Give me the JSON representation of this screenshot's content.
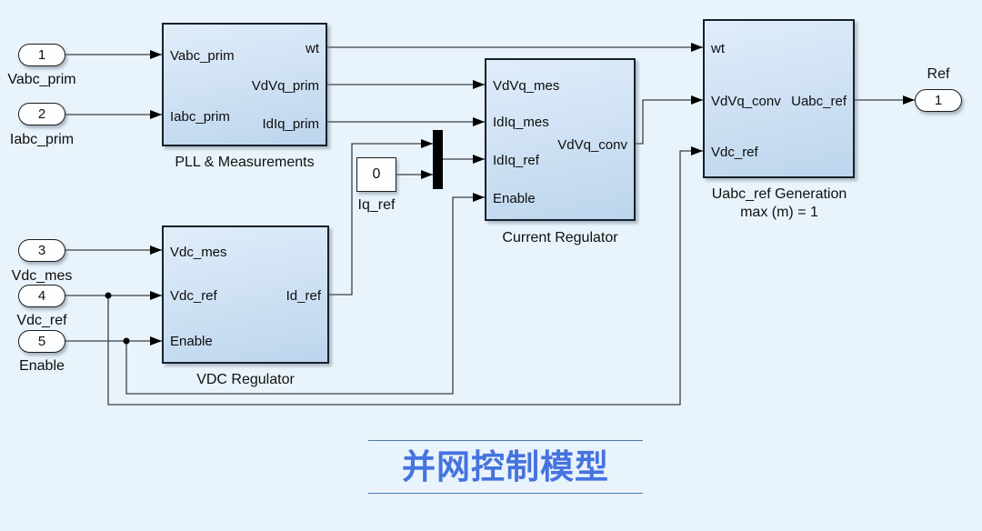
{
  "diagram_title": {
    "text": "并网控制模型"
  },
  "source_ports": [
    {
      "id": "1",
      "label": "Vabc_prim"
    },
    {
      "id": "2",
      "label": "Iabc_prim"
    },
    {
      "id": "3",
      "label": "Vdc_mes"
    },
    {
      "id": "4",
      "label": "Vdc_ref"
    },
    {
      "id": "5",
      "label": "Enable"
    }
  ],
  "sink_port": {
    "id": "1",
    "label": "Ref"
  },
  "blocks": {
    "pll": {
      "caption": "PLL & Measurements",
      "in": [
        "Vabc_prim",
        "Iabc_prim"
      ],
      "out": [
        "wt",
        "VdVq_prim",
        "IdIq_prim"
      ]
    },
    "current_regulator": {
      "caption": "Current Regulator",
      "in": [
        "VdVq_mes",
        "IdIq_mes",
        "IdIq_ref",
        "Enable"
      ],
      "out": [
        "VdVq_conv"
      ]
    },
    "vdc_regulator": {
      "caption": "VDC Regulator",
      "in": [
        "Vdc_mes",
        "Vdc_ref",
        "Enable"
      ],
      "out": [
        "Id_ref"
      ]
    },
    "uabc_ref_generation": {
      "caption": "Uabc_ref Generation",
      "caption2": "max (m) = 1",
      "in": [
        "wt",
        "VdVq_conv",
        "Vdc_ref"
      ],
      "out": [
        "Uabc_ref"
      ]
    }
  },
  "constant_block": {
    "value": "0",
    "label": "Iq_ref"
  },
  "colors": {
    "background": "#e9f3fb",
    "block_fill_top": "#e0edfa",
    "block_fill_bottom": "#bcd5ed",
    "block_border": "#16202b",
    "wire": "#3a4047",
    "title_text": "#4573df",
    "title_rule": "#4a7ba6"
  }
}
